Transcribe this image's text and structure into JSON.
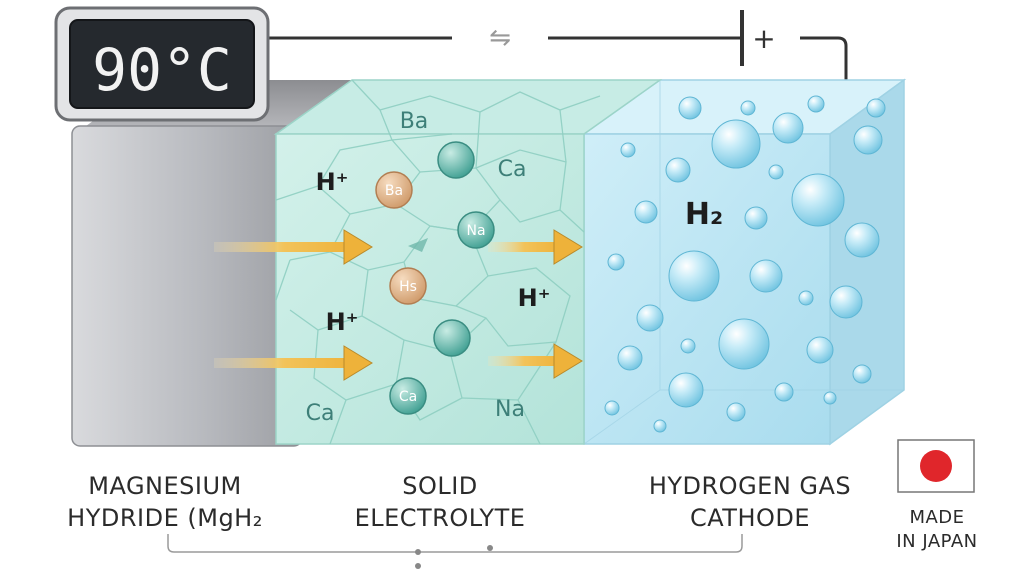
{
  "display": {
    "temperature": "90°C"
  },
  "circuit": {
    "arrow_symbol": "⇋",
    "plus_symbol": "+"
  },
  "electrolyte": {
    "element_labels": [
      "Ba",
      "Ca",
      "Ca",
      "Na"
    ],
    "ion_labels": [
      "H⁺",
      "H⁺",
      "H⁺"
    ],
    "particles": [
      "Ba",
      "Na",
      "Hs",
      "Ca"
    ]
  },
  "cathode": {
    "gas_label": "H₂"
  },
  "labels": {
    "anode_line1": "MAGNESIUM",
    "anode_line2": "HYDRIDE (MgH₂",
    "electrolyte_line1": "SOLID",
    "electrolyte_line2": "ELECTROLYTE",
    "cathode_line1": "HYDROGEN GAS",
    "cathode_line2": "CATHODE",
    "origin_line1": "MADE",
    "origin_line2": "IN JAPAN"
  },
  "colors": {
    "anode": "#a9abb0",
    "electrolyte": "#bfe8e0",
    "cathode": "#bfe6f3",
    "arrow": "#f2c35a",
    "flag_dot": "#e0262b"
  }
}
